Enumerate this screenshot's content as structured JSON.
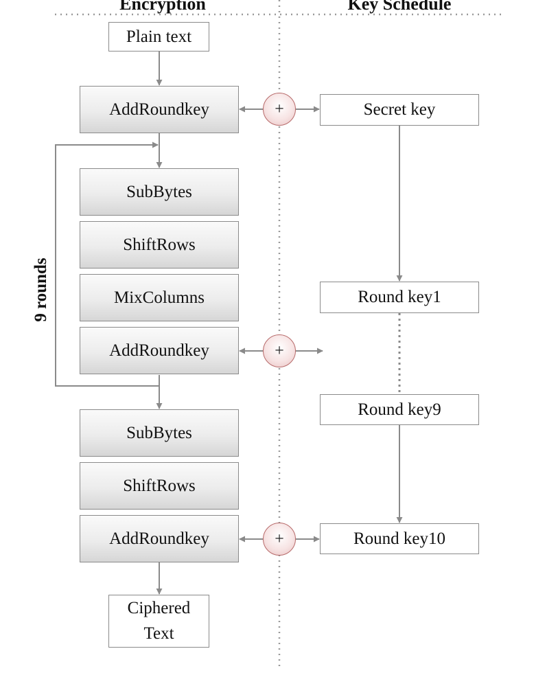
{
  "headers": {
    "encryption": "Encryption",
    "key_schedule": "Key Schedule"
  },
  "encryption": {
    "plain_text": "Plain text",
    "initial_add_round_key": "AddRoundkey",
    "round_sub_bytes": "SubBytes",
    "round_shift_rows": "ShiftRows",
    "round_mix_columns": "MixColumns",
    "round_add_round_key": "AddRoundkey",
    "final_sub_bytes": "SubBytes",
    "final_shift_rows": "ShiftRows",
    "final_add_round_key": "AddRoundkey",
    "ciphered_text_line1": "Ciphered",
    "ciphered_text_line2": "Text"
  },
  "loop_label": "9 rounds",
  "xor_symbol": "+",
  "key_schedule": {
    "secret_key": "Secret key",
    "round_key_1": "Round key1",
    "round_key_9": "Round key9",
    "round_key_10": "Round key10"
  },
  "colors": {
    "line": "#8a8a8a",
    "xor_border": "#b76a6a",
    "xor_fill": "#f3d6d6"
  }
}
